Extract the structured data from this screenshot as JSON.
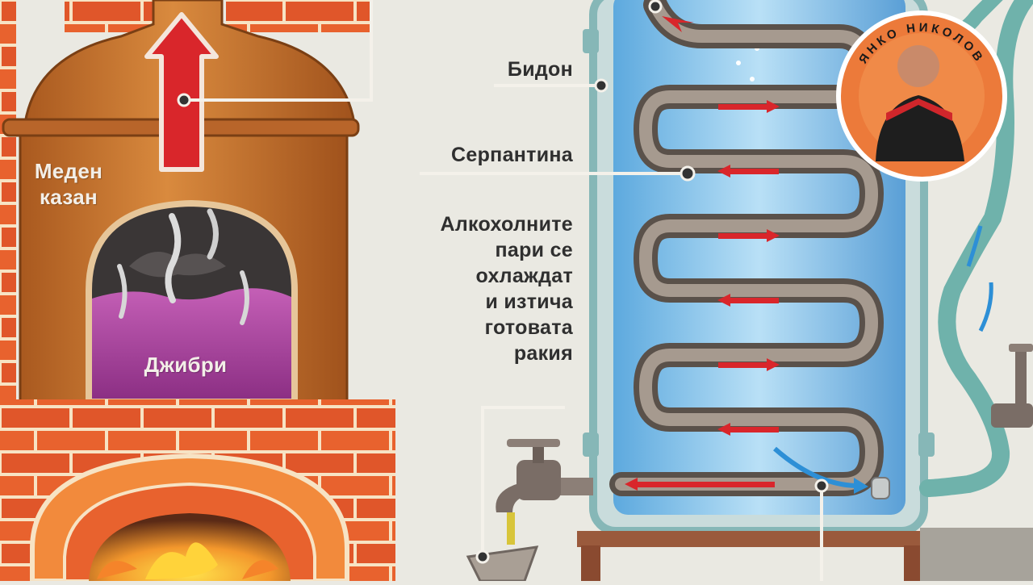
{
  "labels": {
    "bidon": "Бидон",
    "serpentina": "Серпантина",
    "meden_kazan_line1": "Меден",
    "meden_kazan_line2": "казан",
    "dzhibri": "Джибри",
    "vapors_line1": "Алкохолните",
    "vapors_line2": "пари се",
    "vapors_line3": "охлаждат",
    "vapors_line4": "и изтича",
    "vapors_line5": "готовата",
    "vapors_line6": "ракия"
  },
  "watermark": {
    "text": "ЯНКО НИКОЛОВ"
  },
  "colors": {
    "background": "#eae9e2",
    "copper": "#c8712a",
    "copper_dark": "#8a4a18",
    "brick": "#e0562a",
    "brick_light": "#f28a3c",
    "mortar": "#f7e3c4",
    "mash": "#b54aa8",
    "water": "#8ec9ec",
    "water_deep": "#4d97d4",
    "tank_frame": "#86b7b7",
    "coil": "#7d7268",
    "arrow_red": "#d9262b",
    "hose": "#6fb2ab",
    "stand": "#9a5a3c"
  }
}
